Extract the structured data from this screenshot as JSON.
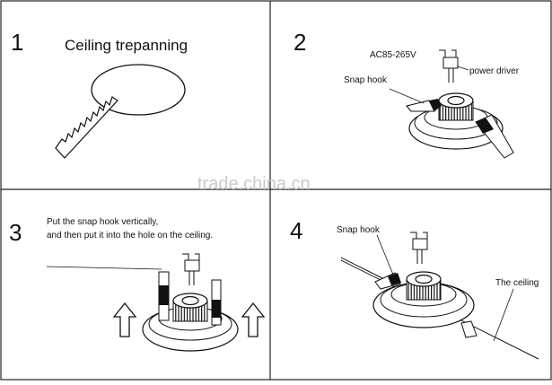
{
  "panels": [
    {
      "number": "1",
      "title": "Ceiling trepanning"
    },
    {
      "number": "2",
      "voltage_label": "AC85-265V",
      "snap_hook_label": "Snap hook",
      "driver_label": "power driver"
    },
    {
      "number": "3",
      "instruction_line1": "Put the snap hook vertically,",
      "instruction_line2": "and then put it into the hole on the ceiling."
    },
    {
      "number": "4",
      "snap_hook_label": "Snap hook",
      "ceiling_label": "The ceiling"
    }
  ],
  "watermark": "trade.china.cn"
}
